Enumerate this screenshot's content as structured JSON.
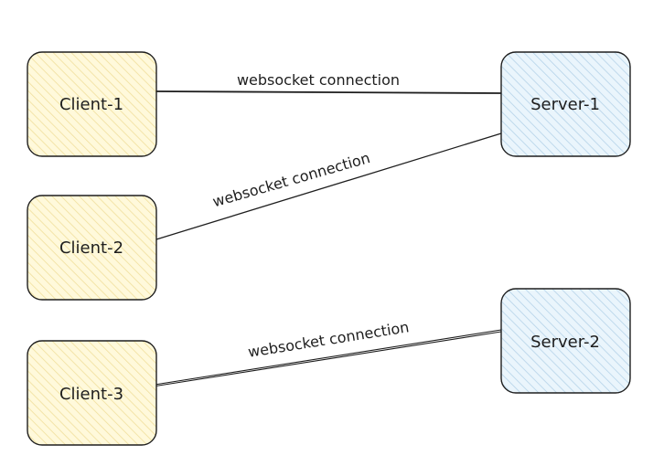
{
  "nodes": {
    "client1": {
      "label": "Client-1"
    },
    "client2": {
      "label": "Client-2"
    },
    "client3": {
      "label": "Client-3"
    },
    "server1": {
      "label": "Server-1"
    },
    "server2": {
      "label": "Server-2"
    }
  },
  "edges": {
    "e1": {
      "label": "websocket connection"
    },
    "e2": {
      "label": "websocket connection"
    },
    "e3": {
      "label": "websocket connection"
    }
  },
  "colors": {
    "client_fill": "#fff9db",
    "client_hatch": "#f2e3a3",
    "server_fill": "#e7f5ff",
    "server_hatch": "#a9cbe3",
    "stroke": "#1e1e1e"
  }
}
